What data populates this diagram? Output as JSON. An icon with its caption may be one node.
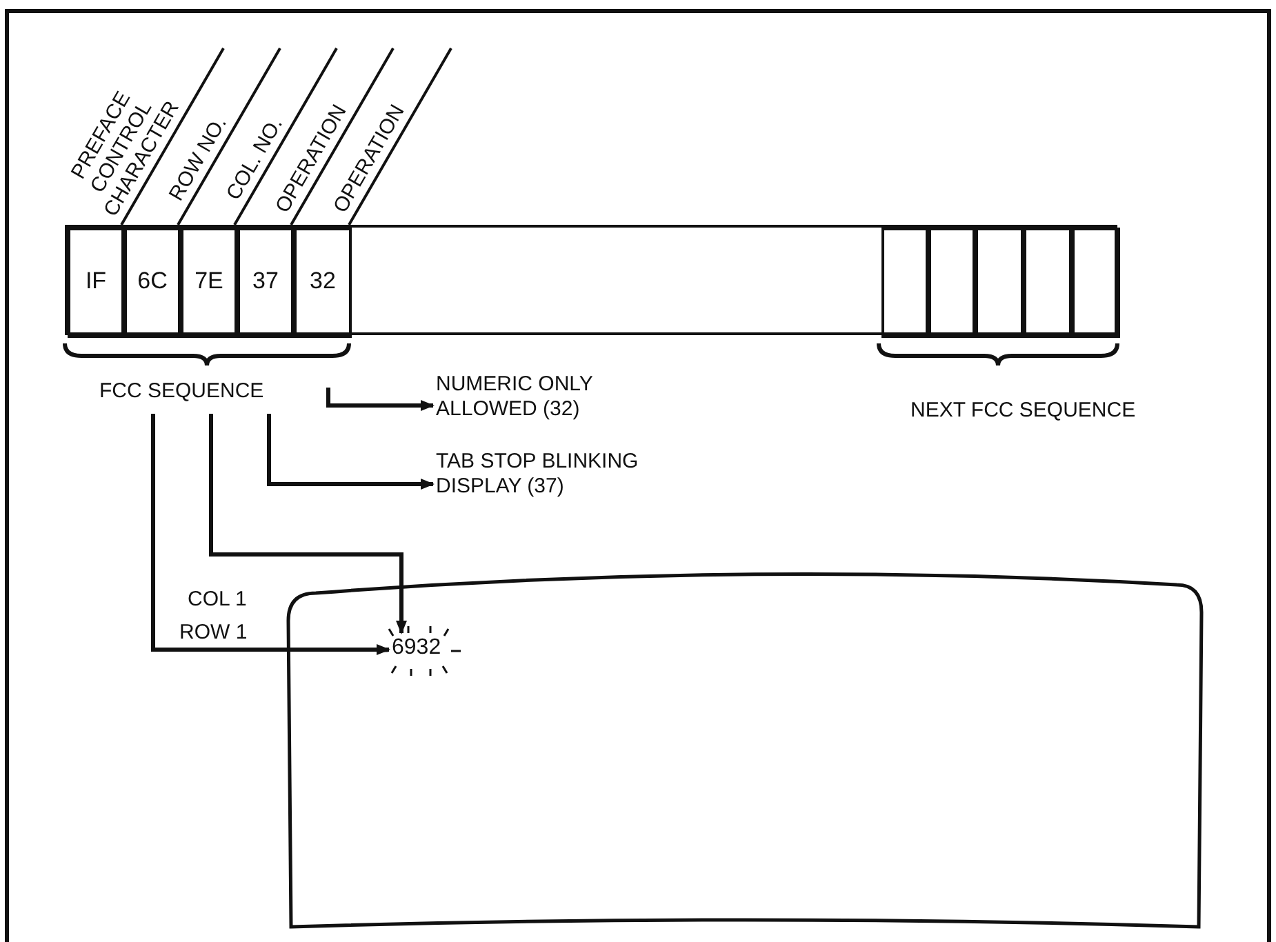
{
  "diagram": {
    "nodes": [
      {
        "text": [],
        "shape": "bar"
      },
      {
        "text": [
          "PREFACE CONTROL CHARACTER",
          "IF"
        ],
        "in": 0
      },
      {
        "text": [
          "ROW NO.",
          "6C"
        ],
        "in": 0
      },
      {
        "text": [
          "COL. NO.",
          "7E"
        ],
        "in": 0
      },
      {
        "text": [
          "OPERATION",
          "37"
        ],
        "in": 0
      },
      {
        "text": [
          "OPERATION",
          "32"
        ],
        "in": 0
      },
      {
        "text": [],
        "shape": "box",
        "in": 0
      },
      {
        "text": [],
        "shape": "box",
        "in": 0
      },
      {
        "text": [],
        "shape": "box",
        "in": 0
      },
      {
        "text": [],
        "shape": "box",
        "in": 0
      },
      {
        "text": [],
        "shape": "box",
        "in": 0
      },
      {
        "text": [
          "FCC SEQUENCE"
        ]
      },
      {
        "text": [
          "NUMERIC ONLY ALLOWED (32)"
        ]
      },
      {
        "text": [
          "TAB STOP BLINKING DISPLAY (37)"
        ]
      },
      {
        "text": [],
        "shape": "box"
      },
      {
        "text": [
          "6932"
        ],
        "in": 14
      }
    ],
    "edges": [
      {
        "from": 11,
        "to": 12,
        "arrow": "to"
      },
      {
        "from": 11,
        "to": 13,
        "arrow": "to"
      },
      {
        "from": 11,
        "to": 15,
        "arrow": "to",
        "label": "COL 1"
      },
      {
        "from": 11,
        "to": 15,
        "arrow": "to",
        "label": "ROW 1"
      }
    ],
    "labels": [
      "NEXT FCC SEQUENCE"
    ]
  }
}
